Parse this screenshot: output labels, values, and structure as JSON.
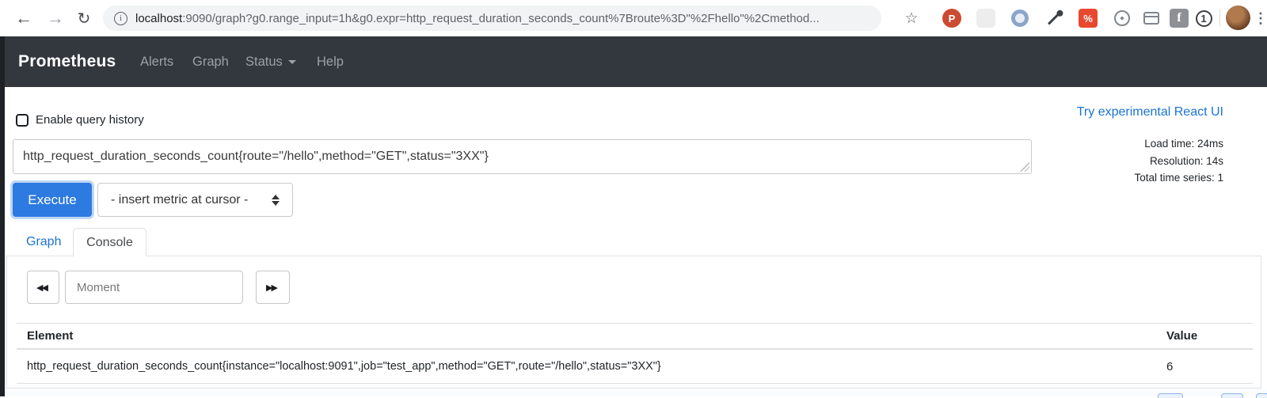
{
  "browser": {
    "url": {
      "host": "localhost",
      "rest": ":9090/graph?g0.range_input=1h&g0.expr=http_request_duration_seconds_count%7Broute%3D\"%2Fhello\"%2Cmethod..."
    },
    "icons": {
      "back": "←",
      "forward": "→",
      "reload": "↻",
      "info": "i",
      "star": "☆",
      "kebab": "⋮"
    },
    "extensions": {
      "pinterest_glyph": "P",
      "percent_glyph": "%",
      "facebook_glyph": "f",
      "one_glyph": "1"
    },
    "colors": {
      "pinterest_bg": "#cb4b32",
      "percent_bg": "#e8492e",
      "facebook_bg": "#8d9196"
    }
  },
  "navbar": {
    "brand": "Prometheus",
    "items": [
      {
        "label": "Alerts"
      },
      {
        "label": "Graph"
      },
      {
        "label": "Status"
      },
      {
        "label": "Help"
      }
    ],
    "bg_color": "#32383e"
  },
  "page": {
    "history_label": "Enable query history",
    "react_ui_link": "Try experimental React UI",
    "expression": "http_request_duration_seconds_count{route=\"/hello\",method=\"GET\",status=\"3XX\"}",
    "stats": {
      "load_time": "Load time: 24ms",
      "resolution": "Resolution: 14s",
      "total_series": "Total time series: 1"
    },
    "execute_label": "Execute",
    "insert_metric_label": "- insert metric at cursor -",
    "tabs": [
      {
        "label": "Graph",
        "active": false
      },
      {
        "label": "Console",
        "active": true
      }
    ],
    "console": {
      "rewind_glyph": "◀◀",
      "forward_glyph": "▶▶",
      "moment_placeholder": "Moment",
      "table": {
        "headers": [
          "Element",
          "Value"
        ],
        "rows": [
          {
            "element": "http_request_duration_seconds_count{instance=\"localhost:9091\",job=\"test_app\",method=\"GET\",route=\"/hello\",status=\"3XX\"}",
            "value": "6"
          }
        ]
      }
    },
    "accent_blue": "#1b73d3",
    "execute_blue": "#2d7ae0"
  }
}
